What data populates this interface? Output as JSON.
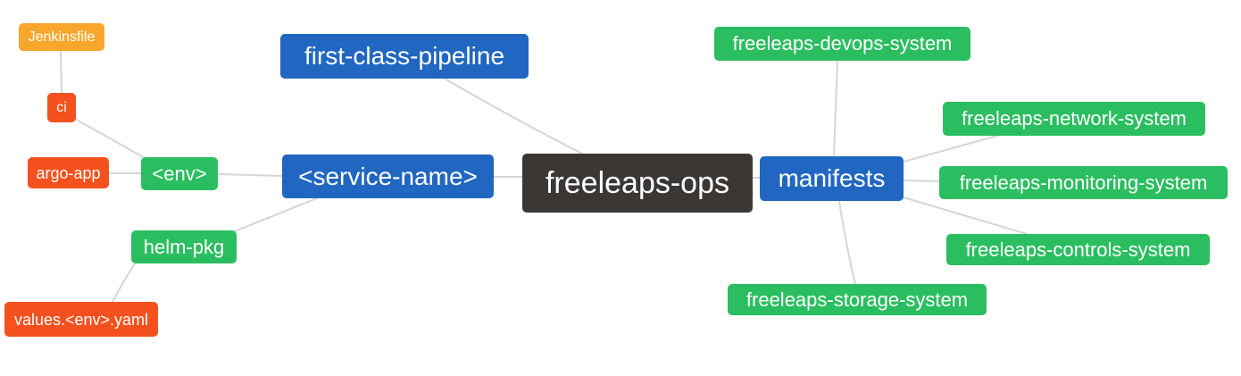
{
  "diagram": {
    "type": "mindmap",
    "root_label": "freeleaps-ops"
  },
  "colors": {
    "root_bg": "#3b3735",
    "branch_blue": "#2167c1",
    "leaf_green": "#2bbe60",
    "leaf_red": "#f4511e",
    "leaf_orange": "#f9a72c",
    "edge_gray": "#d5d5d5",
    "node_text": "#ffffff",
    "background": "#ffffff"
  },
  "nodes": {
    "root": {
      "label": "freeleaps-ops",
      "color": "#3b3735"
    },
    "pipeline": {
      "label": "first-class-pipeline",
      "color": "#2167c1"
    },
    "service": {
      "label": "<service-name>",
      "color": "#2167c1"
    },
    "manifests": {
      "label": "manifests",
      "color": "#2167c1"
    },
    "env": {
      "label": "<env>",
      "color": "#2bbe60"
    },
    "helm_pkg": {
      "label": "helm-pkg",
      "color": "#2bbe60"
    },
    "ci": {
      "label": "ci",
      "color": "#f4511e"
    },
    "argo_app": {
      "label": "argo-app",
      "color": "#f4511e"
    },
    "values_yaml": {
      "label": "values.<env>.yaml",
      "color": "#f4511e"
    },
    "jenkinsfile": {
      "label": "Jenkinsfile",
      "color": "#f9a72c"
    },
    "devops_system": {
      "label": "freeleaps-devops-system",
      "color": "#2bbe60"
    },
    "network_system": {
      "label": "freeleaps-network-system",
      "color": "#2bbe60"
    },
    "monitoring_system": {
      "label": "freeleaps-monitoring-system",
      "color": "#2bbe60"
    },
    "controls_system": {
      "label": "freeleaps-controls-system",
      "color": "#2bbe60"
    },
    "storage_system": {
      "label": "freeleaps-storage-system",
      "color": "#2bbe60"
    }
  },
  "edges": [
    {
      "from": "jenkinsfile",
      "to": "ci"
    },
    {
      "from": "ci",
      "to": "env"
    },
    {
      "from": "argo_app",
      "to": "env"
    },
    {
      "from": "env",
      "to": "service"
    },
    {
      "from": "helm_pkg",
      "to": "service"
    },
    {
      "from": "helm_pkg",
      "to": "values_yaml"
    },
    {
      "from": "pipeline",
      "to": "root"
    },
    {
      "from": "service",
      "to": "root"
    },
    {
      "from": "root",
      "to": "manifests"
    },
    {
      "from": "manifests",
      "to": "devops_system"
    },
    {
      "from": "manifests",
      "to": "network_system"
    },
    {
      "from": "manifests",
      "to": "monitoring_system"
    },
    {
      "from": "manifests",
      "to": "controls_system"
    },
    {
      "from": "manifests",
      "to": "storage_system"
    }
  ]
}
